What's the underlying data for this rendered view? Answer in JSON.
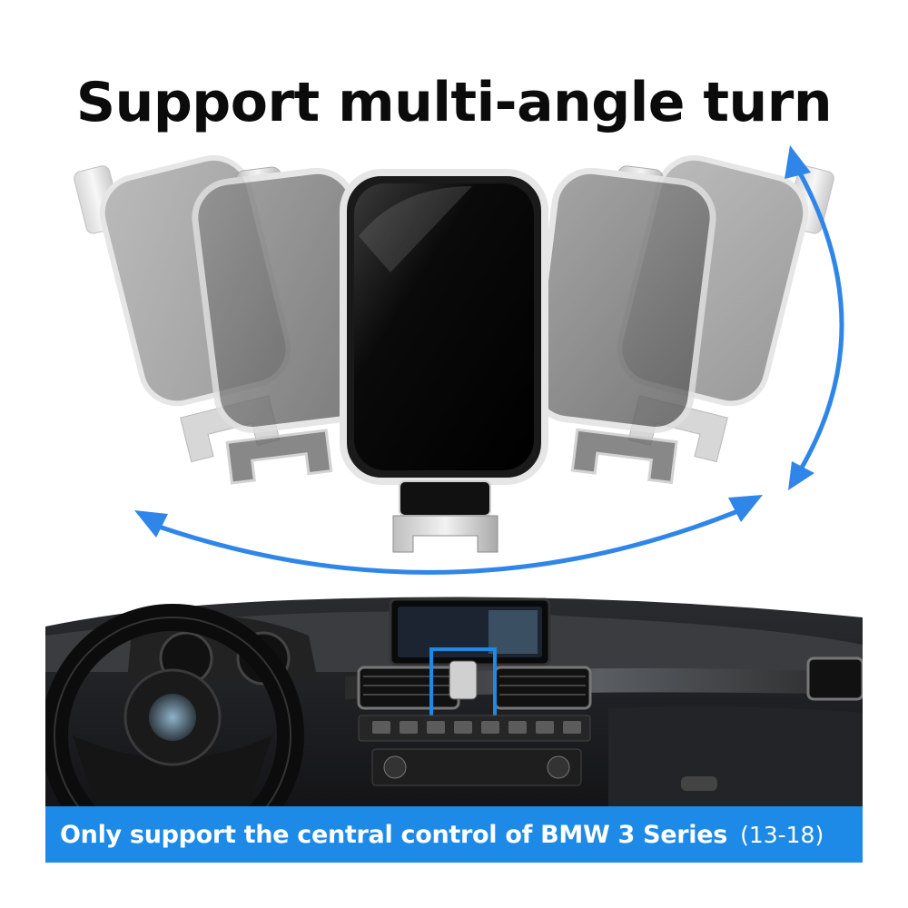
{
  "headline": "Support multi-angle turn",
  "caption": {
    "main": "Only support the central control of BMW 3 Series",
    "range": "(13-18)"
  },
  "colors": {
    "accent_blue": "#1c8ae6",
    "arrow_blue": "#2f86e8",
    "mount_black": "#050505",
    "mount_silver": "#d9d9d9"
  },
  "icons": {
    "rotation_arrow_horizontal": "curved-double-arrow-icon",
    "rotation_arrow_vertical": "curved-double-arrow-icon",
    "highlight": "vent-highlight-box"
  }
}
